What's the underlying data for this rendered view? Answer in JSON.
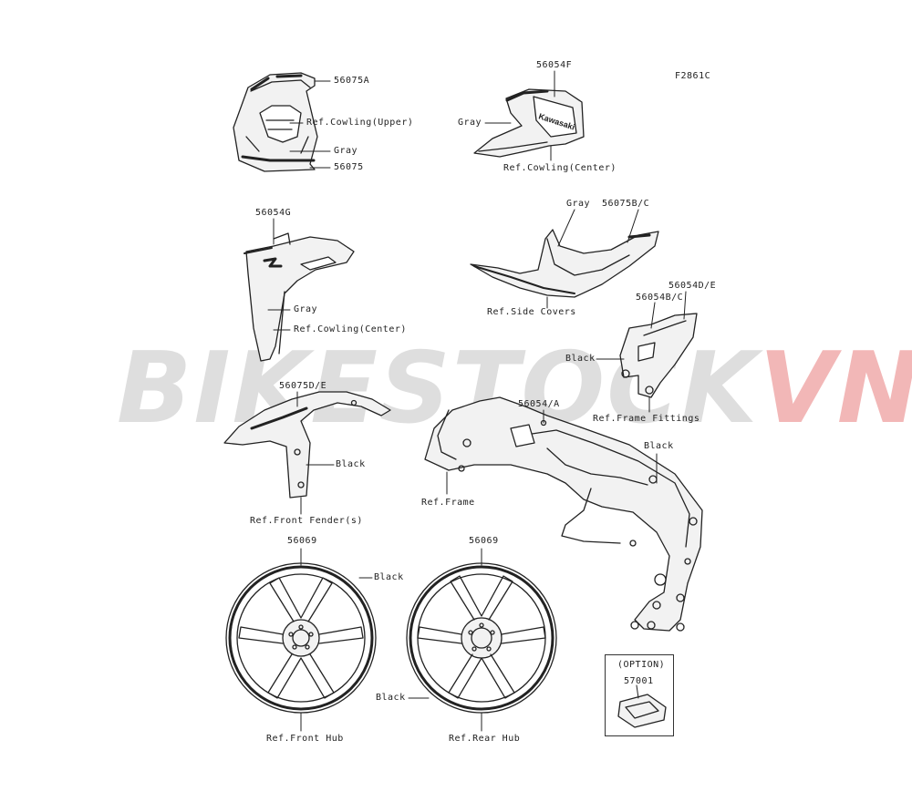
{
  "figure_code": "F2861C",
  "watermark": {
    "part1": "BIKESTOCK",
    "part2": "VN"
  },
  "labels": {
    "p56075A": "56075A",
    "ref_cowling_upper": "Ref.Cowling(Upper)",
    "gray_upper": "Gray",
    "p56075": "56075",
    "p56054F": "56054F",
    "gray_center_top": "Gray",
    "ref_cowling_center_top": "Ref.Cowling(Center)",
    "p56054G": "56054G",
    "gray_center_left": "Gray",
    "ref_cowling_center_left": "Ref.Cowling(Center)",
    "gray_side": "Gray",
    "p56075BC": "56075B/C",
    "ref_side_covers": "Ref.Side Covers",
    "p56054DE": "56054D/E",
    "p56054BC": "56054B/C",
    "black_fittings": "Black",
    "ref_frame_fittings": "Ref.Frame Fittings",
    "p56075DE": "56075D/E",
    "black_fender": "Black",
    "ref_front_fenders": "Ref.Front Fender(s)",
    "p56054A": "56054/A",
    "black_frame": "Black",
    "ref_frame": "Ref.Frame",
    "p56069_front": "56069",
    "black_front_hub": "Black",
    "ref_front_hub": "Ref.Front Hub",
    "p56069_rear": "56069",
    "black_rear_hub": "Black",
    "ref_rear_hub": "Ref.Rear Hub",
    "option": "(OPTION)",
    "p57001": "57001"
  },
  "decal_text": "Kawasaki",
  "colors": {
    "line": "#222222",
    "watermark_gray": "#8a8a8a",
    "watermark_red": "#d40000"
  }
}
